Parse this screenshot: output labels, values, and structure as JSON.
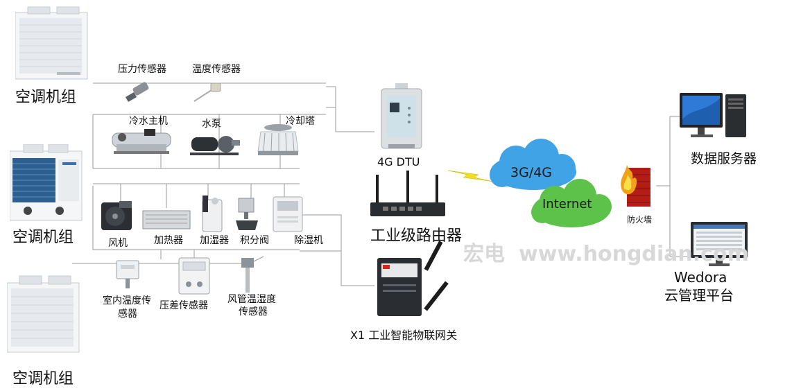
{
  "units": {
    "ac_unit_1": "空调机组",
    "ac_unit_2": "空调机组",
    "ac_unit_3": "空调机组"
  },
  "sensors_top": {
    "pressure": "压力传感器",
    "temperature": "温度传感器"
  },
  "plant": {
    "chiller": "冷水主机",
    "pump": "水泵",
    "cooling_tower": "冷却塔"
  },
  "ahu": {
    "fan": "风机",
    "heater": "加热器",
    "humidifier": "加湿器",
    "valve": "积分阀",
    "dehumidifier": "除湿机"
  },
  "sensors_bottom": {
    "indoor_line1": "室内温度传",
    "indoor_line2": "感器",
    "diff_pressure": "压差传感器",
    "duct_line1": "风管温湿度",
    "duct_line2": "传感器"
  },
  "devices": {
    "dtu": "4G DTU",
    "router": "工业级路由器",
    "gateway": "X1 工业智能物联网关"
  },
  "network": {
    "cloud_top": "3G/4G",
    "cloud_bottom": "Internet",
    "firewall": "防火墙"
  },
  "servers": {
    "data_server": "数据服务器",
    "platform_line1": "Wedora",
    "platform_line2": "云管理平台"
  },
  "watermark": {
    "cn": "宏电",
    "url": "www.hongdian.com"
  },
  "colors": {
    "cloud_blue": "#3fa3e6",
    "cloud_green": "#5cc24a",
    "line_gray": "#9a9a9a",
    "lightning": "#f2e01c",
    "firewall_red": "#d8261b"
  }
}
